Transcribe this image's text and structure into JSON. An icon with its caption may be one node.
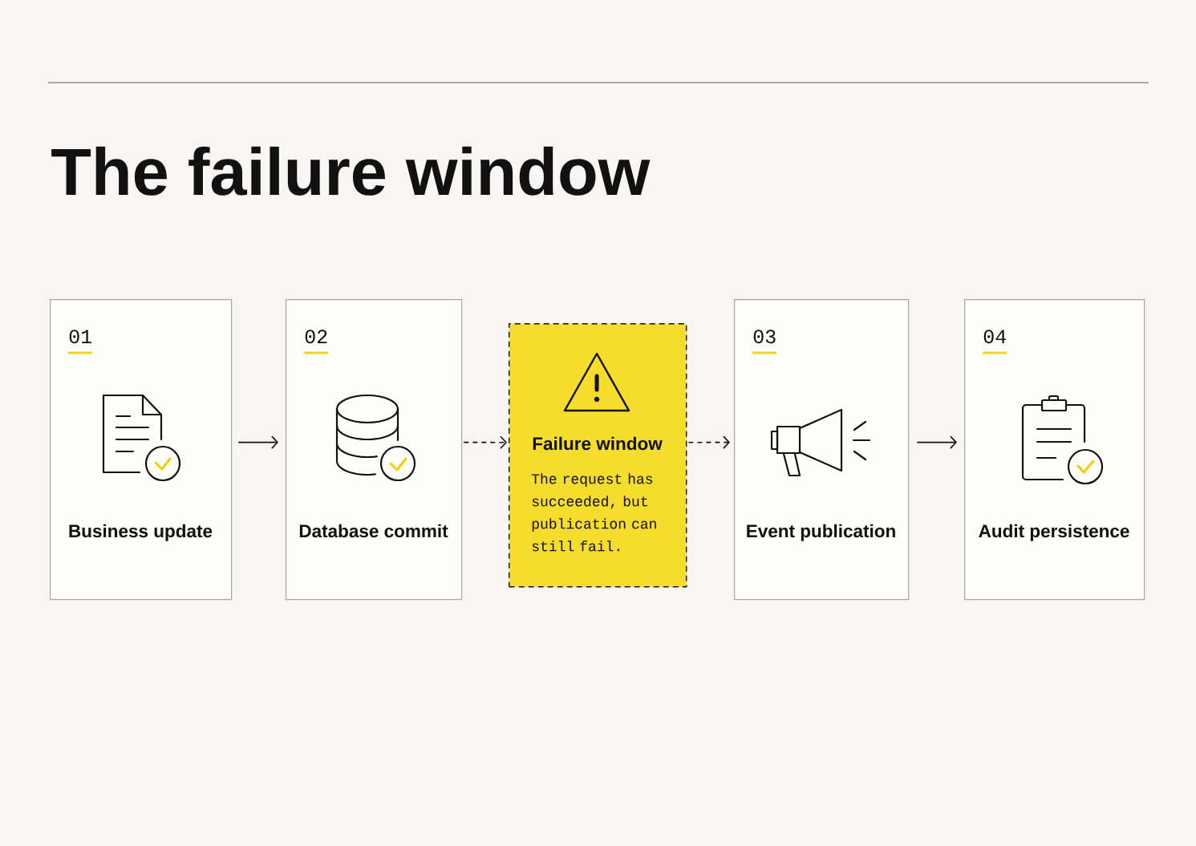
{
  "diagram": {
    "title": "The failure window",
    "nodes": [
      {
        "text": [
          "01",
          "Business update"
        ]
      },
      {
        "text": [
          "02",
          "Database commit"
        ]
      },
      {
        "text": [
          "Failure window",
          "The request has succeeded, but publication can still fail."
        ]
      },
      {
        "text": [
          "03",
          "Event publication"
        ]
      },
      {
        "text": [
          "04",
          "Audit persistence"
        ]
      }
    ],
    "edges": [
      {
        "from": 0,
        "to": 1,
        "arrow": "to"
      },
      {
        "from": 1,
        "to": 2,
        "arrow": "to",
        "style": "dashed"
      },
      {
        "from": 2,
        "to": 3,
        "arrow": "to",
        "style": "dashed"
      },
      {
        "from": 3,
        "to": 4,
        "arrow": "to"
      }
    ]
  }
}
